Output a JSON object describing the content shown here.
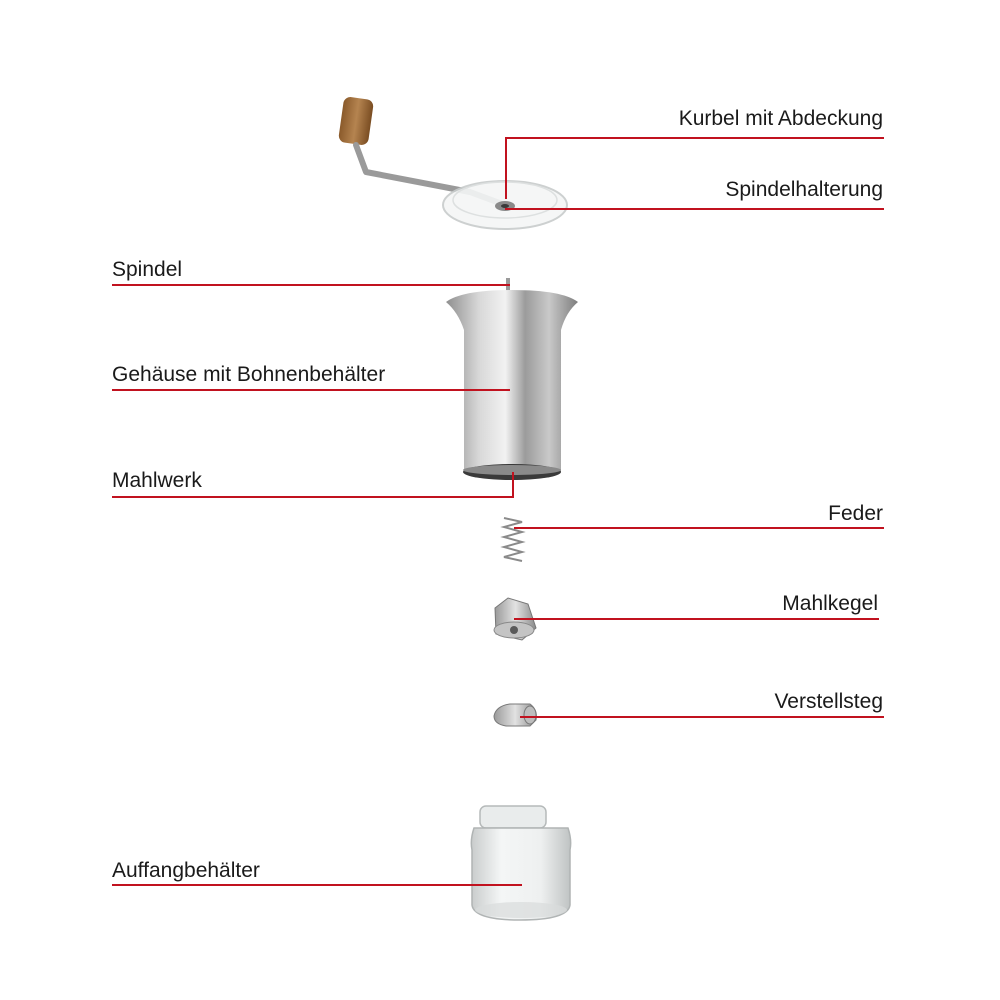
{
  "labels": {
    "kurbel": "Kurbel mit Abdeckung",
    "spindelhalterung": "Spindelhalterung",
    "spindel": "Spindel",
    "gehaeuse": "Gehäuse mit Bohnenbehälter",
    "mahlwerk": "Mahlwerk",
    "feder": "Feder",
    "mahlkegel": "Mahlkegel",
    "verstellsteg": "Verstellsteg",
    "auffangbehaelter": "Auffangbehälter"
  },
  "colors": {
    "leader_line": "#c1121f",
    "text": "#1a1a1a",
    "background": "#ffffff"
  }
}
